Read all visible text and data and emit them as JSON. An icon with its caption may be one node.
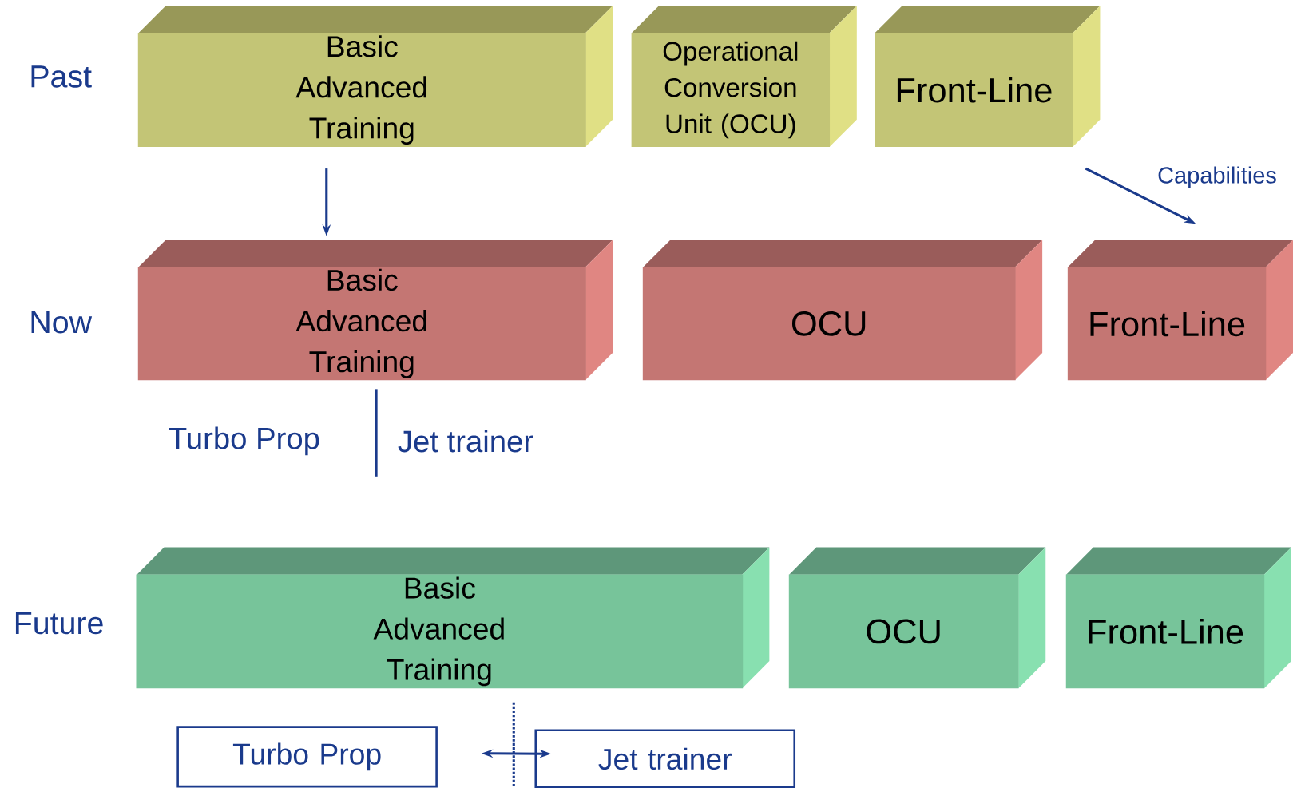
{
  "diagram": {
    "nodes": [
      {
        "text": [
          "Basic Advanced Training"
        ]
      },
      {
        "text": [
          "Operational Conversion Unit (OCU)"
        ]
      },
      {
        "text": [
          "Front-Line"
        ]
      },
      {
        "text": [
          "Basic Advanced Training"
        ]
      },
      {
        "text": [
          "OCU"
        ]
      },
      {
        "text": [
          "Front-Line"
        ]
      },
      {
        "text": [
          "Basic Advanced Training"
        ]
      },
      {
        "text": [
          "OCU"
        ]
      },
      {
        "text": [
          "Front-Line"
        ]
      },
      {
        "text": [
          "Turbo Prop"
        ]
      },
      {
        "text": [
          "Jet trainer"
        ]
      }
    ],
    "edges": [
      {
        "from": 0,
        "to": 3,
        "arrow": "to"
      },
      {
        "from": 2,
        "to": 5,
        "arrow": "to",
        "label": "Capabilities"
      },
      {
        "from": 9,
        "to": 10,
        "arrow": "both"
      }
    ],
    "labels": [
      "Past",
      "Now",
      "Future",
      "Turbo Prop",
      "Jet trainer"
    ]
  }
}
